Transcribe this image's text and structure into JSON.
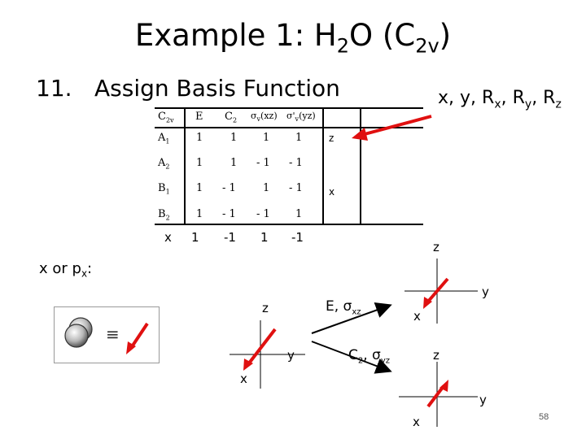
{
  "slide": {
    "title_main": "Example 1: H",
    "title_sub1": "2",
    "title_mid": "O (C",
    "title_sub2": "2v",
    "title_end": ")",
    "step_number": "11.",
    "step_text": "Assign Basis Function",
    "page_number": "58"
  },
  "basis_functions": {
    "x": "x, y, R",
    "x_sub": "x",
    "sep1": ", R",
    "y_sub": "y",
    "sep2": ", R",
    "z_sub": "z"
  },
  "character_table": {
    "group": "C",
    "group_sub": "2v",
    "headers": [
      "E",
      "C",
      "2",
      "σ",
      "v",
      "(xz)",
      "σ'",
      "v",
      "(yz)"
    ],
    "rows": [
      {
        "label": "A",
        "sub": "1",
        "values": [
          "1",
          "1",
          "1",
          "1"
        ],
        "basis": "z"
      },
      {
        "label": "A",
        "sub": "2",
        "values": [
          "1",
          "1",
          "- 1",
          "- 1"
        ],
        "basis": ""
      },
      {
        "label": "B",
        "sub": "1",
        "values": [
          "1",
          "- 1",
          "1",
          "- 1"
        ],
        "basis": "x"
      },
      {
        "label": "B",
        "sub": "2",
        "values": [
          "1",
          "- 1",
          "- 1",
          "1"
        ],
        "basis": ""
      }
    ],
    "representation": {
      "label": "x",
      "values": [
        "1",
        "-1",
        "1",
        "-1"
      ]
    }
  },
  "orbital_section": {
    "label": "x or p",
    "label_sub": "x",
    "label_end": ":",
    "menu_glyph": "≡"
  },
  "operations": {
    "op1": "E, σ",
    "op1_sub": "xz",
    "op2": "C",
    "op2_sub": "2",
    "op2_mid": ", σ",
    "op2_sub2": "yz"
  },
  "axes": {
    "z": "z",
    "y": "y",
    "x": "x"
  },
  "colors": {
    "arrow": "#e01010",
    "text": "#000000"
  }
}
